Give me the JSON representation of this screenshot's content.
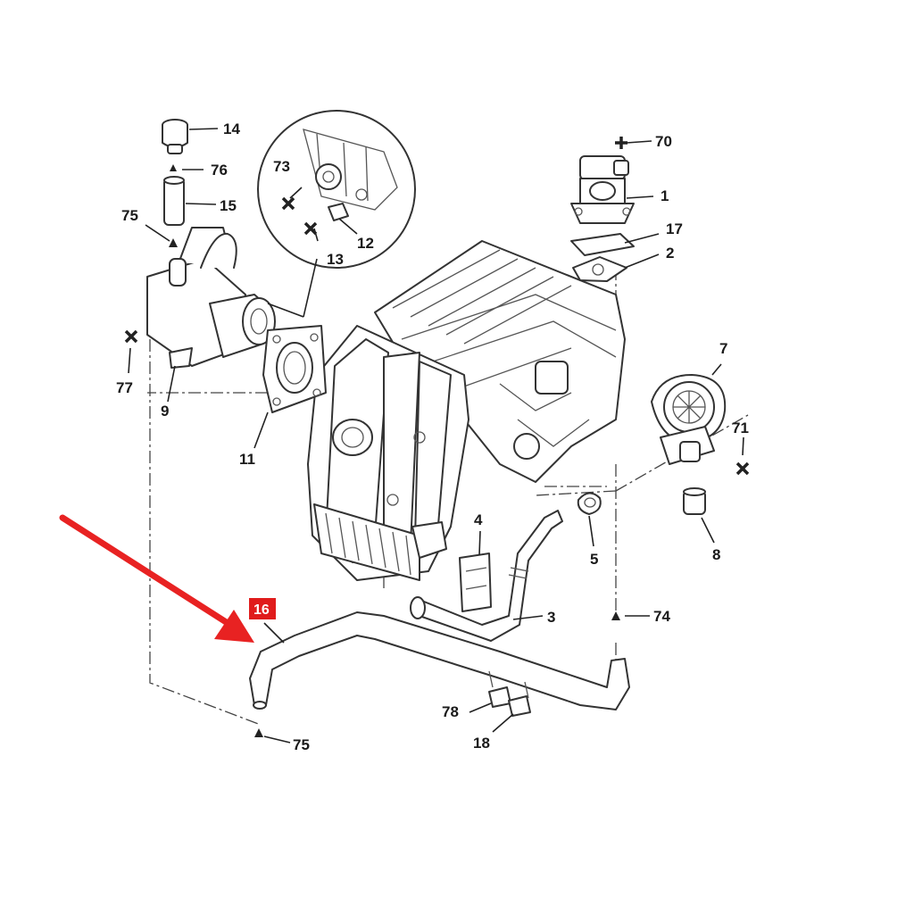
{
  "diagram": {
    "labels": {
      "p14": "14",
      "p76": "76",
      "p15": "15",
      "p75a": "75",
      "p73": "73",
      "p12": "12",
      "p13": "13",
      "p70": "70",
      "p1": "1",
      "p17": "17",
      "p2": "2",
      "p7": "7",
      "p71": "71",
      "p8": "8",
      "p77": "77",
      "p9": "9",
      "p11": "11",
      "p4": "4",
      "p5": "5",
      "p3": "3",
      "p74": "74",
      "p16": "16",
      "p78": "78",
      "p18": "18",
      "p75b": "75"
    },
    "highlight": {
      "part": "16",
      "color": "#e01c1c"
    },
    "arrow_color": "#e82222"
  }
}
